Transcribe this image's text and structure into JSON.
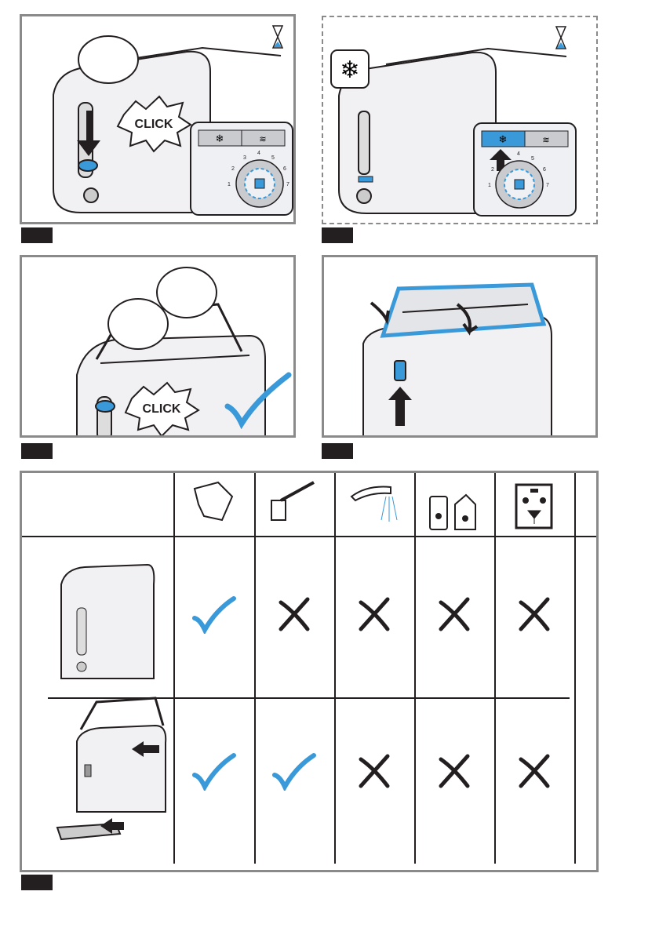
{
  "steps": {
    "step1": {
      "click_text": "CLICK",
      "dial_numbers": [
        "1",
        "2",
        "3",
        "4",
        "5",
        "6",
        "7"
      ],
      "icons": [
        "hourglass-icon",
        "snowflake-icon",
        "heat-icon"
      ]
    },
    "step2": {
      "dial_numbers": [
        "1",
        "2",
        "3",
        "4",
        "5",
        "6",
        "7"
      ],
      "icons": [
        "snowflake-icon",
        "hourglass-icon"
      ],
      "active_button": "defrost"
    },
    "step3": {
      "click_text": "CLICK",
      "icons": [
        "checkmark-icon"
      ]
    },
    "step4": {
      "icons": [
        "arrow-up-icon",
        "arrow-down-icon"
      ]
    }
  },
  "cleaning_table": {
    "columns": [
      "damp-cloth-icon",
      "brush-icon",
      "running-water-icon",
      "cleaning-spray-icon",
      "dishwasher-icon"
    ],
    "rows": [
      {
        "item": "toaster-housing",
        "cells": [
          "check",
          "cross",
          "cross",
          "cross",
          "cross"
        ]
      },
      {
        "item": "bun-rack-and-crumb-tray",
        "cells": [
          "check",
          "check",
          "cross",
          "cross",
          "cross"
        ]
      }
    ]
  },
  "colors": {
    "accent": "#3a9ad9",
    "ink": "#231f20",
    "frame": "#8a8a8a"
  }
}
